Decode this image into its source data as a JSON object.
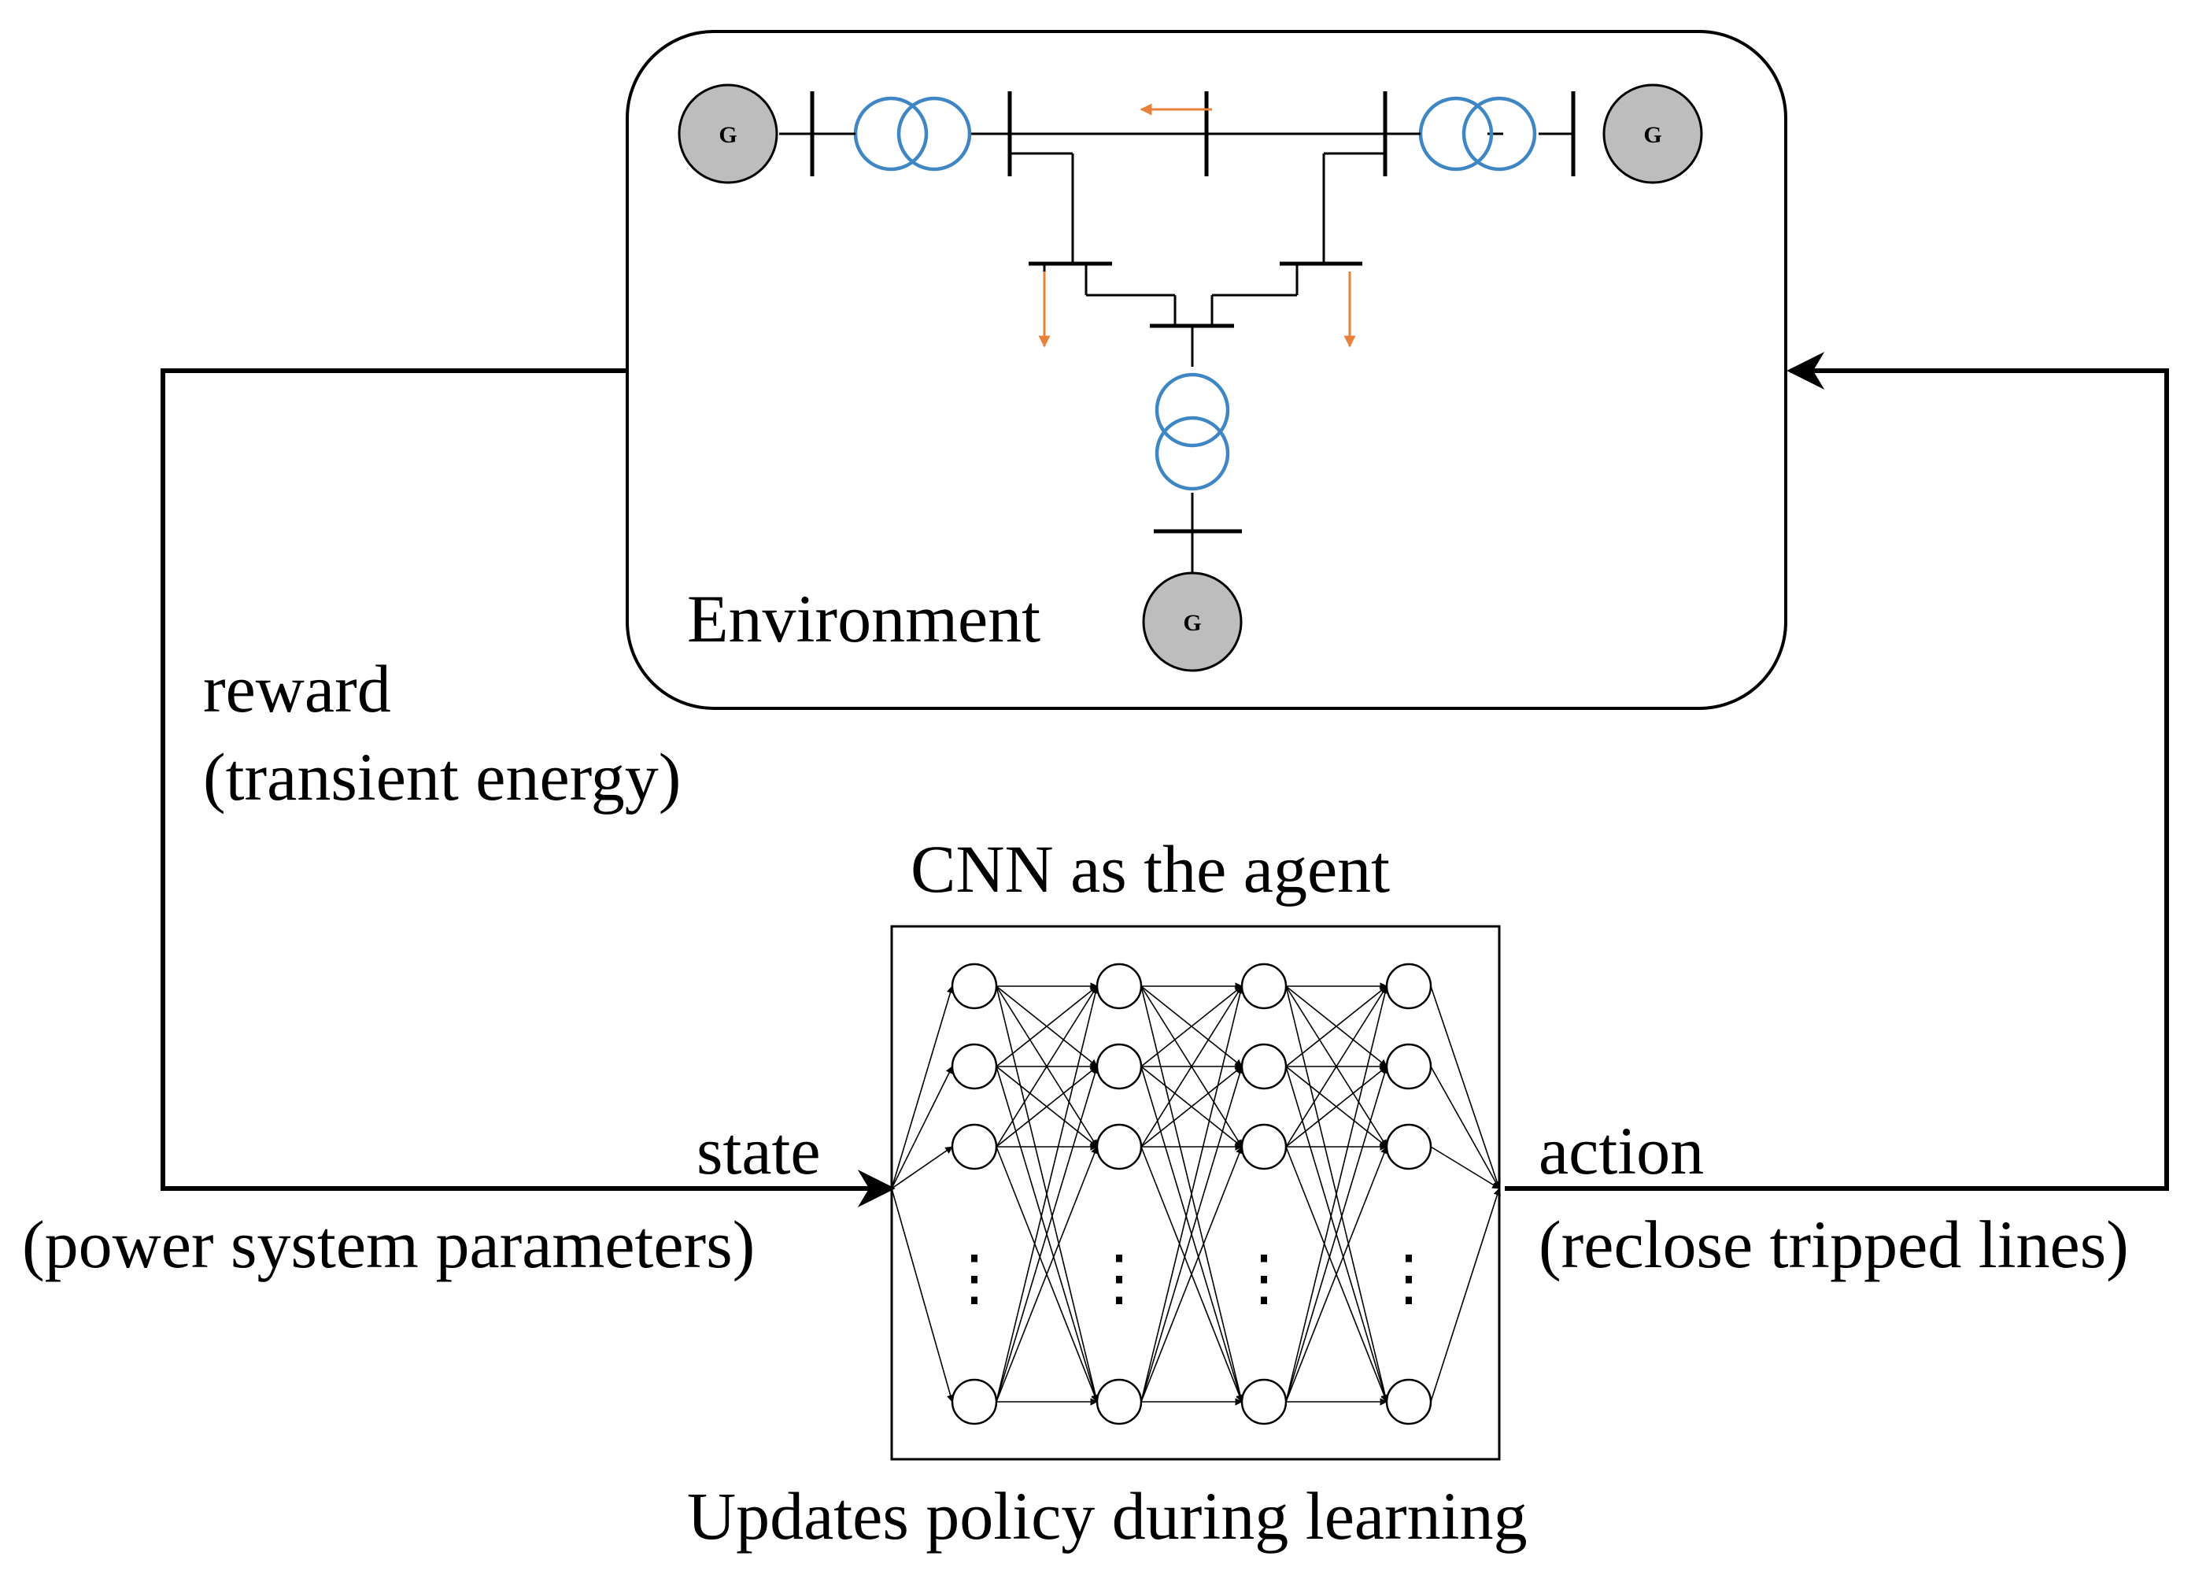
{
  "labels": {
    "environment": "Environment",
    "reward": "reward",
    "reward_detail": "(transient energy)",
    "agent_title": "CNN as the agent",
    "state": "state",
    "state_detail": "(power system parameters)",
    "action": "action",
    "action_detail": "(reclose tripped lines)",
    "caption": "Updates policy during learning",
    "generator_symbol": "G"
  },
  "colors": {
    "transformer": "#3f86c4",
    "load_arrow": "#e8823a",
    "generator_fill": "#bdbdbd",
    "line": "#000000"
  },
  "network": {
    "layers": 4,
    "nodes_per_layer_drawn": 4,
    "ellipsis": "⋮"
  }
}
